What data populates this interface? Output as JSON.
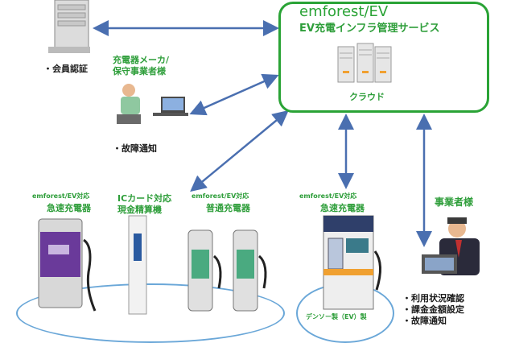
{
  "cloud": {
    "title": "emforest/EV",
    "subtitle": "EV充電インフラ管理サービス",
    "server_label": "クラウド"
  },
  "member_auth": {
    "label": "・会員認証"
  },
  "maintenance": {
    "title_line1": "充電器メーカ/",
    "title_line2": "保守事業者様",
    "note": "・故障通知"
  },
  "station_left": {
    "tag_quick": "emforest/EV対応",
    "quick_label": "急速充電器",
    "ic_line1": "ICカード対応",
    "ic_line2": "現金精算機",
    "tag_normal": "emforest/EV対応",
    "normal_label": "普通充電器"
  },
  "station_mid": {
    "tag": "emforest/EV対応",
    "label": "急速充電器",
    "bottom_label": "デンソー製（EV）製"
  },
  "operator": {
    "title": "事業者様",
    "items": [
      "・利用状況確認",
      "・課金金額設定",
      "・故障通知"
    ]
  },
  "colors": {
    "accent_green": "#2aa336",
    "arrow_blue": "#4a6fb0",
    "oval_blue": "#6aa7d8"
  }
}
